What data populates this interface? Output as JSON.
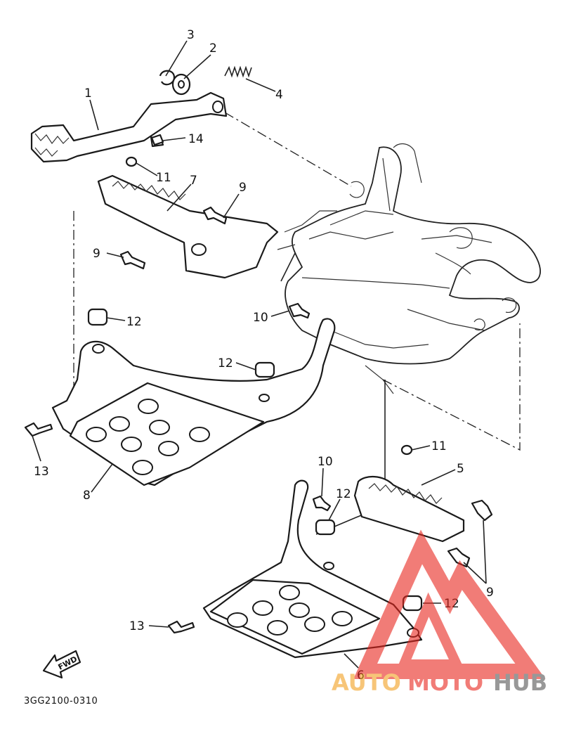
{
  "diagram": {
    "code": "3GG2100-0310",
    "fwd_text": "FWD",
    "callouts": [
      {
        "id": "c1",
        "text": "1"
      },
      {
        "id": "c2",
        "text": "2"
      },
      {
        "id": "c3",
        "text": "3"
      },
      {
        "id": "c4",
        "text": "4"
      },
      {
        "id": "c14",
        "text": "14"
      },
      {
        "id": "c11a",
        "text": "11"
      },
      {
        "id": "c7",
        "text": "7"
      },
      {
        "id": "c9a",
        "text": "9"
      },
      {
        "id": "c9b",
        "text": "9"
      },
      {
        "id": "c12a",
        "text": "12"
      },
      {
        "id": "c10a",
        "text": "10"
      },
      {
        "id": "c12b",
        "text": "12"
      },
      {
        "id": "c13a",
        "text": "13"
      },
      {
        "id": "c8",
        "text": "8"
      },
      {
        "id": "c11b",
        "text": "11"
      },
      {
        "id": "c10b",
        "text": "10"
      },
      {
        "id": "c5",
        "text": "5"
      },
      {
        "id": "c12c",
        "text": "12"
      },
      {
        "id": "c9c",
        "text": "9"
      },
      {
        "id": "c12d",
        "text": "12"
      },
      {
        "id": "c13b",
        "text": "13"
      },
      {
        "id": "c6",
        "text": "6"
      }
    ]
  },
  "watermark": {
    "part1": "AUTO",
    "part2": "MOTO",
    "part3": "HUB",
    "colors": {
      "auto": "#f2a020",
      "moto": "#e8261e",
      "hub": "#555555",
      "triangle": "#e8261e"
    }
  }
}
